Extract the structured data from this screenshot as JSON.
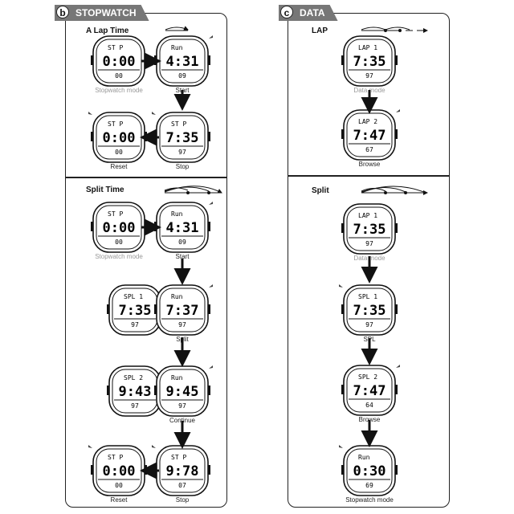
{
  "panels": {
    "stopwatch": {
      "tab_letter": "b",
      "tab_label": "STOPWATCH",
      "lap_title": "A Lap Time",
      "split_title": "Split Time"
    },
    "data": {
      "tab_letter": "c",
      "tab_label": "DATA",
      "lap_title": "LAP",
      "split_title": "Split"
    }
  },
  "watches": [
    {
      "id": "w1",
      "top": "ST P",
      "main": "0:00",
      "sub": "00",
      "caption": "Stopwatch mode",
      "caption_grey": true
    },
    {
      "id": "w2",
      "top": "Run",
      "main": "4:31",
      "sub": "09",
      "caption": "Start",
      "caption_grey": false
    },
    {
      "id": "w3",
      "top": "ST P",
      "main": "0:00",
      "sub": "00",
      "caption": "Reset",
      "caption_grey": false
    },
    {
      "id": "w4",
      "top": "ST P",
      "main": "7:35",
      "sub": "97",
      "caption": "Stop",
      "caption_grey": false
    },
    {
      "id": "w5",
      "top": "ST P",
      "main": "0:00",
      "sub": "00",
      "caption": "Stopwatch mode",
      "caption_grey": true
    },
    {
      "id": "w6",
      "top": "Run",
      "main": "4:31",
      "sub": "09",
      "caption": "Start",
      "caption_grey": false
    },
    {
      "id": "w7",
      "top": "SPL 1",
      "main": "7:35",
      "sub": "97",
      "caption": "",
      "caption_grey": false
    },
    {
      "id": "w8",
      "top": "Run",
      "main": "7:37",
      "sub": "97",
      "caption": "Split",
      "caption_grey": false
    },
    {
      "id": "w9",
      "top": "SPL 2",
      "main": "9:43",
      "sub": "97",
      "caption": "",
      "caption_grey": false
    },
    {
      "id": "w10",
      "top": "Run",
      "main": "9:45",
      "sub": "97",
      "caption": "Continue",
      "caption_grey": false
    },
    {
      "id": "w11",
      "top": "ST P",
      "main": "0:00",
      "sub": "00",
      "caption": "Reset",
      "caption_grey": false
    },
    {
      "id": "w12",
      "top": "ST P",
      "main": "9:78",
      "sub": "07",
      "caption": "Stop",
      "caption_grey": false
    },
    {
      "id": "w13",
      "top": "LAP 1",
      "main": "7:35",
      "sub": "97",
      "caption": "Data mode",
      "caption_grey": true
    },
    {
      "id": "w14",
      "top": "LAP 2",
      "main": "7:47",
      "sub": "67",
      "caption": "Browse",
      "caption_grey": false
    },
    {
      "id": "w15",
      "top": "LAP 1",
      "main": "7:35",
      "sub": "97",
      "caption": "Data mode",
      "caption_grey": true
    },
    {
      "id": "w16",
      "top": "SPL 1",
      "main": "7:35",
      "sub": "97",
      "caption": "SPL",
      "caption_grey": false
    },
    {
      "id": "w17",
      "top": "SPL 2",
      "main": "7:47",
      "sub": "64",
      "caption": "Browse",
      "caption_grey": false
    },
    {
      "id": "w18",
      "top": "Run",
      "main": "0:30",
      "sub": "69",
      "caption": "Stopwatch mode",
      "caption_grey": false
    }
  ]
}
